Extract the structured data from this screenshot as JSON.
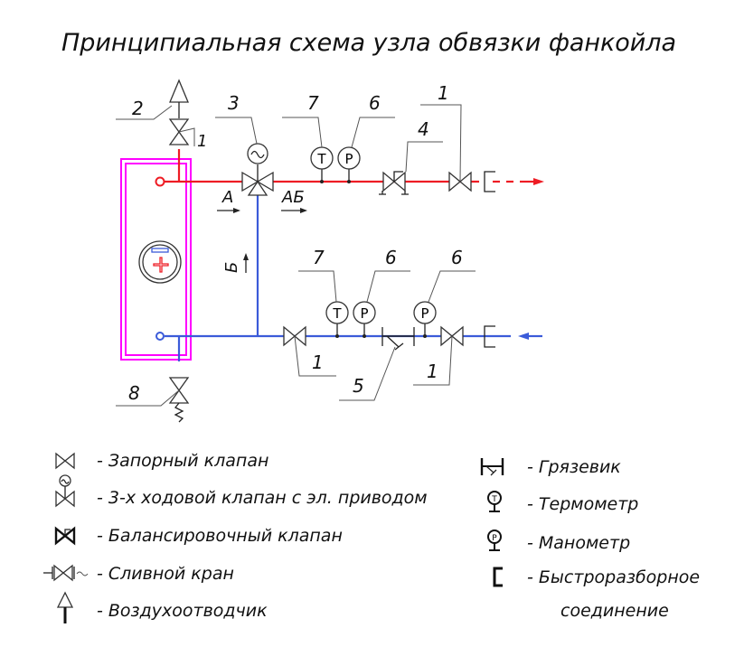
{
  "title": "Принципиальная схема узла обвязки фанкойла",
  "diagram": {
    "labels": {
      "n1": "1",
      "n2": "2",
      "n3": "3",
      "n4": "4",
      "n5": "5",
      "n6": "6",
      "n7": "7",
      "n8": "8"
    },
    "flow": {
      "a": "А",
      "ab": "АБ",
      "b": "Б"
    },
    "gauges": {
      "thermo": "T",
      "mano": "P"
    },
    "colors": {
      "supply": "#ee1c24",
      "return": "#3b5bd9",
      "unit": "#ff00ff"
    }
  },
  "legend": {
    "left": [
      {
        "icon": "shutoff-valve-icon",
        "text": "- Запорный клапан"
      },
      {
        "icon": "three-way-valve-icon",
        "text": "- 3-х ходовой клапан с эл. приводом"
      },
      {
        "icon": "balancing-valve-icon",
        "text": "- Балансировочный клапан"
      },
      {
        "icon": "drain-valve-icon",
        "text": "- Сливной кран"
      },
      {
        "icon": "air-vent-icon",
        "text": "- Воздухоотводчик"
      }
    ],
    "right": [
      {
        "icon": "strainer-icon",
        "text": "- Грязевик"
      },
      {
        "icon": "thermometer-icon",
        "text": "- Термометр"
      },
      {
        "icon": "manometer-icon",
        "text": "- Манометр"
      },
      {
        "icon": "quick-connector-icon",
        "text": "- Быстроразборное",
        "text2": "соединение"
      }
    ]
  }
}
